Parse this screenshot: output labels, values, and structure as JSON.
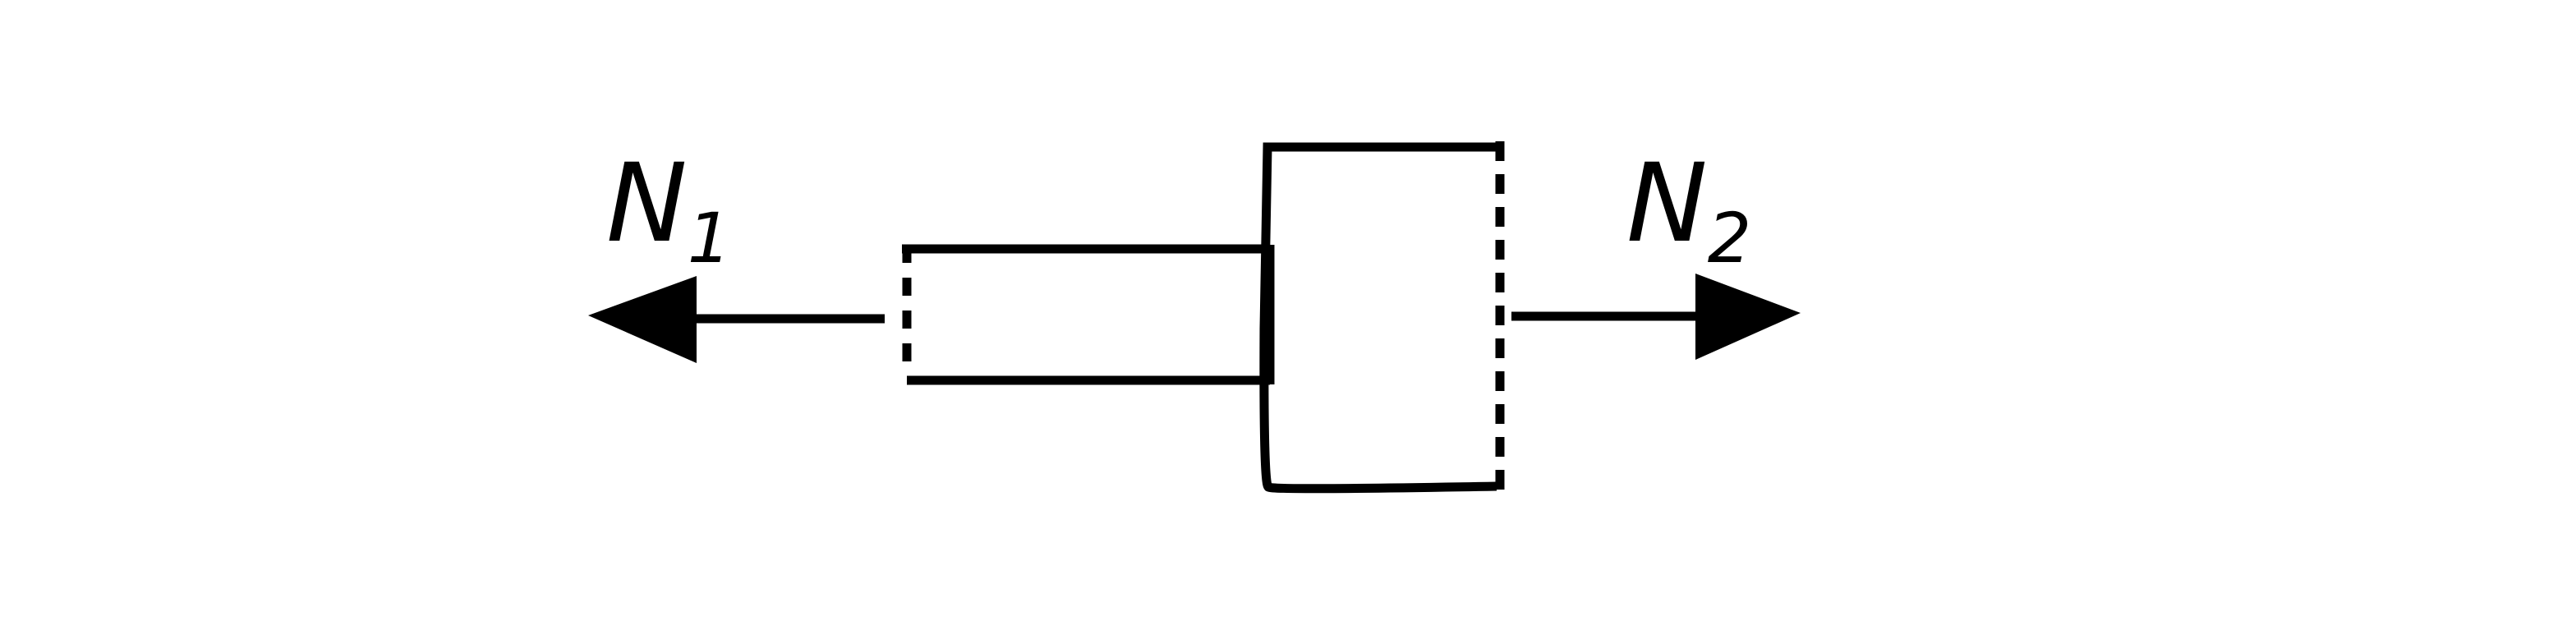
{
  "diagram": {
    "force_left": {
      "symbol": "N",
      "subscript": "1"
    },
    "force_right": {
      "symbol": "N",
      "subscript": "2"
    },
    "colors": {
      "stroke": "#000000",
      "background": "#ffffff"
    }
  }
}
